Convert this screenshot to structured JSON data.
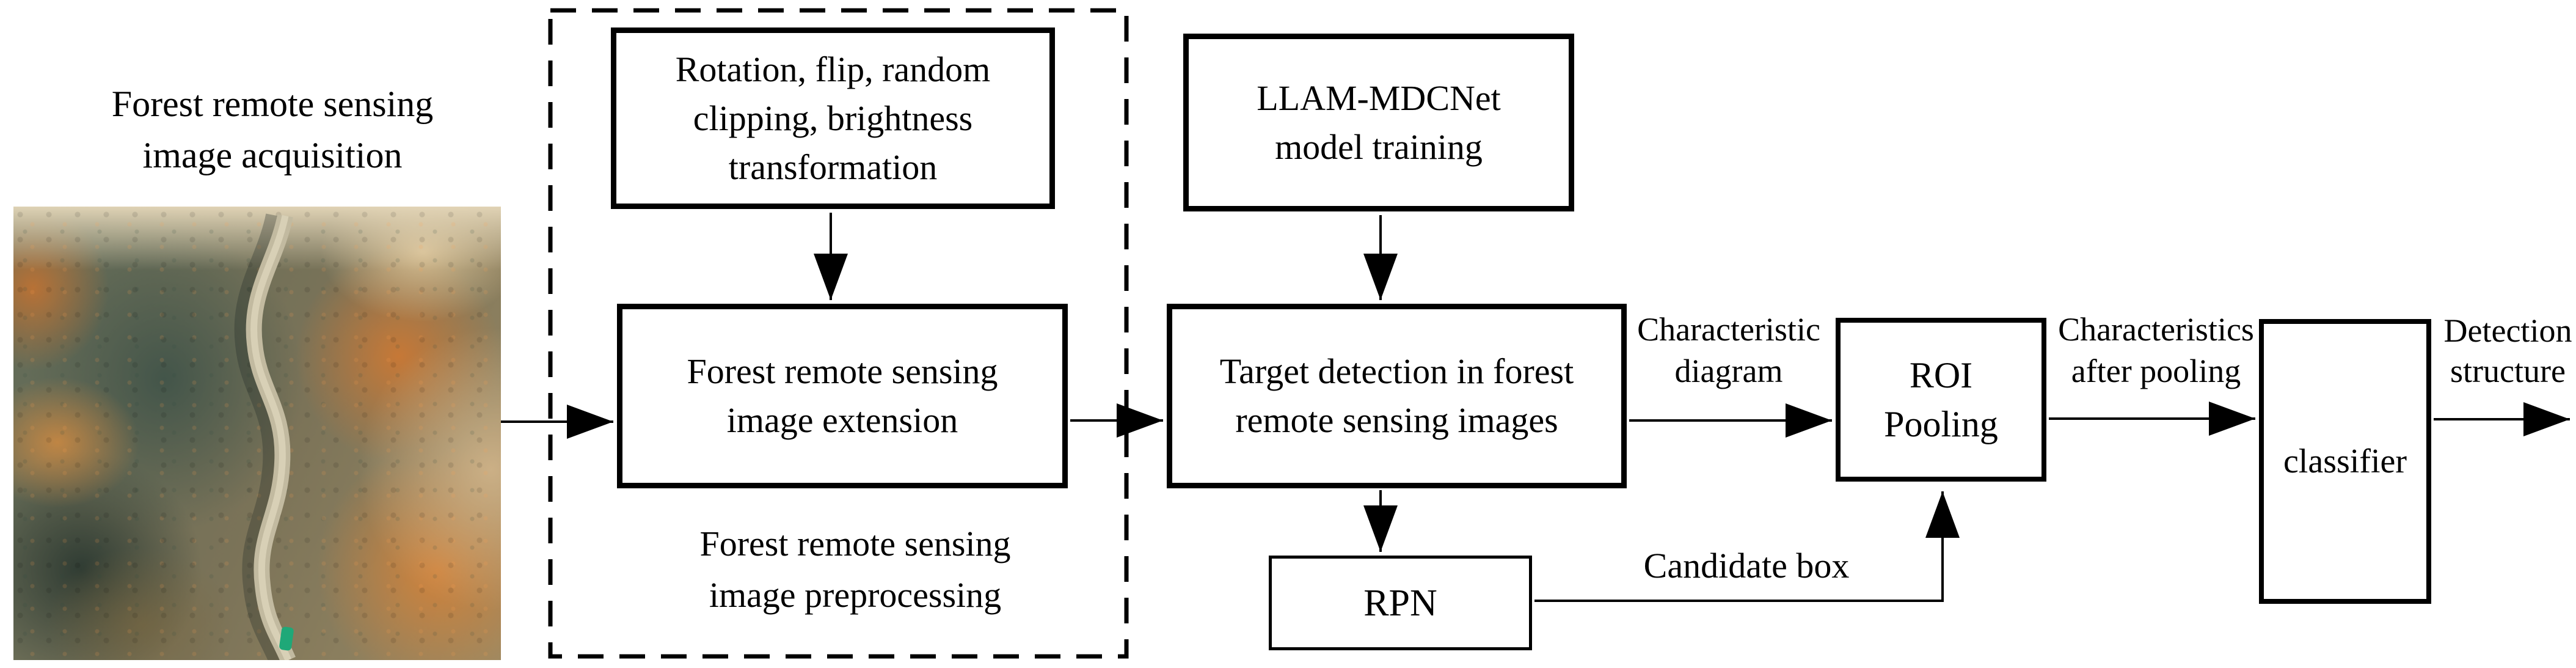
{
  "diagram": {
    "title": {
      "line1": "Forest remote sensing",
      "line2": "image acquisition"
    },
    "boxes": {
      "augmentation": {
        "line1": "Rotation, flip, random",
        "line2": "clipping, brightness",
        "line3": "transformation"
      },
      "extension": {
        "line1": "Forest remote sensing",
        "line2": "image extension"
      },
      "training": {
        "line1": "LLAM-MDCNet",
        "line2": "model training"
      },
      "detection": {
        "line1": "Target detection in forest",
        "line2": "remote sensing images"
      },
      "roi": {
        "line1": "ROI",
        "line2": "Pooling"
      },
      "classifier": {
        "label": "classifier"
      },
      "rpn": {
        "label": "RPN"
      }
    },
    "labels": {
      "preprocessing": {
        "line1": "Forest remote sensing",
        "line2": "image preprocessing"
      },
      "characteristic": {
        "line1": "Characteristic",
        "line2": "diagram"
      },
      "after_pooling": {
        "line1": "Characteristics",
        "line2": "after pooling"
      },
      "candidate": {
        "label": "Candidate box"
      },
      "detection_structure": {
        "line1": "Detection",
        "line2": "structure"
      }
    },
    "colors": {
      "line": "#000000",
      "background": "#ffffff",
      "photo_autumn_orange": "#d2782f",
      "photo_forest_teal": "#3e5248",
      "photo_rock_tan": "#cdb28a",
      "photo_haze": "#e6d8ba",
      "photo_road": "#c2baa0",
      "photo_bus_green": "#1fa878"
    }
  }
}
